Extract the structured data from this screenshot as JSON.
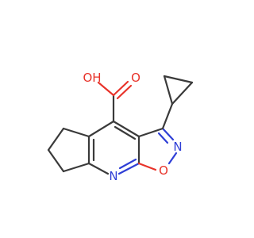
{
  "molecule": {
    "atoms": {
      "hydroxyl": "OH",
      "carbonyl_oxygen": "O",
      "ring_nitrogen_isoxazole": "N",
      "ring_oxygen_isoxazole": "O",
      "ring_nitrogen_pyridine": "N"
    },
    "colors": {
      "bond": "#3a3a3a",
      "oxygen": "#e8332a",
      "nitrogen": "#2f3fd6",
      "background": "#ffffff"
    }
  }
}
